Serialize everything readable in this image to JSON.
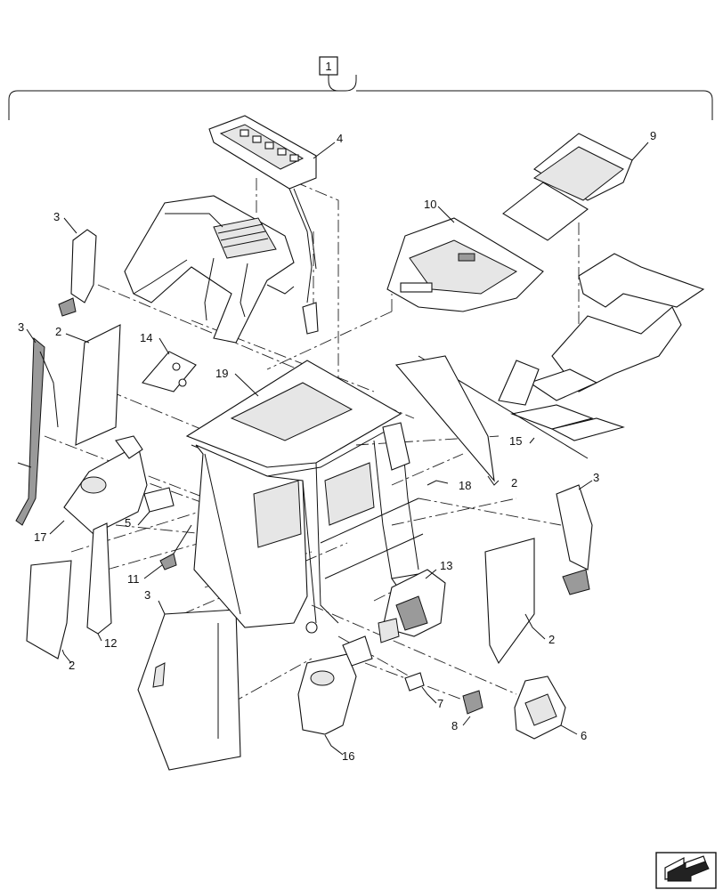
{
  "assembly": {
    "number": "1"
  },
  "callouts": [
    "2",
    "2",
    "2",
    "2",
    "3",
    "3",
    "3",
    "3",
    "4",
    "5",
    "6",
    "7",
    "8",
    "9",
    "10",
    "11",
    "12",
    "13",
    "14",
    "15",
    "16",
    "17",
    "18",
    "19"
  ],
  "nav_icon": "next-page-arrow-icon"
}
